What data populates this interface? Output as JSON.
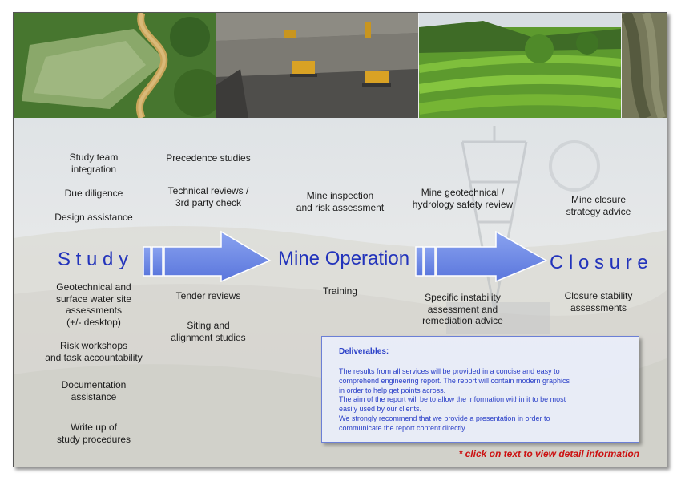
{
  "stages": {
    "study": "S t u d y",
    "mine_operation": "Mine Operation",
    "closure": "C l o s u r e"
  },
  "study_items": [
    "Study team\nintegration",
    "Due diligence",
    "Design assistance",
    "Geotechnical and\nsurface water site\nassessments\n(+/- desktop)",
    "Risk workshops\nand task accountability",
    "Documentation\nassistance",
    "Write up of\nstudy procedures"
  ],
  "early_items": [
    "Precedence studies",
    "Technical reviews /\n3rd party check",
    "Tender reviews",
    "Siting and\nalignment studies"
  ],
  "operation_items": [
    "Mine inspection\nand risk assessment",
    "Training"
  ],
  "late_items": [
    "Mine geotechnical /\nhydrology safety review",
    "Specific instability\nassessment and\nremediation advice"
  ],
  "closure_items": [
    "Mine closure\nstrategy advice",
    "Closure stability\nassessments"
  ],
  "deliverables": {
    "title": "Deliverables:",
    "lines": [
      "The results from all services will be provided in a concise and easy to",
      "comprehend engineering report. The report will contain modern graphics",
      "in order to help get points across.",
      "The aim of the report will be to allow the information within it to be most",
      "easily used by our clients.",
      "We strongly recommend that we provide a presentation in order to",
      "communicate the report content directly."
    ]
  },
  "footer_note": "* click on text to view detail information",
  "colors": {
    "stage_text": "#2233bb",
    "arrow_fill": "#6f8ae6",
    "deliverables_text": "#2b40c8",
    "note_text": "#cc1111"
  },
  "photos": [
    "aerial-river-forest",
    "open-pit-haul-trucks",
    "rice-terraces",
    "pit-wall-edge"
  ]
}
